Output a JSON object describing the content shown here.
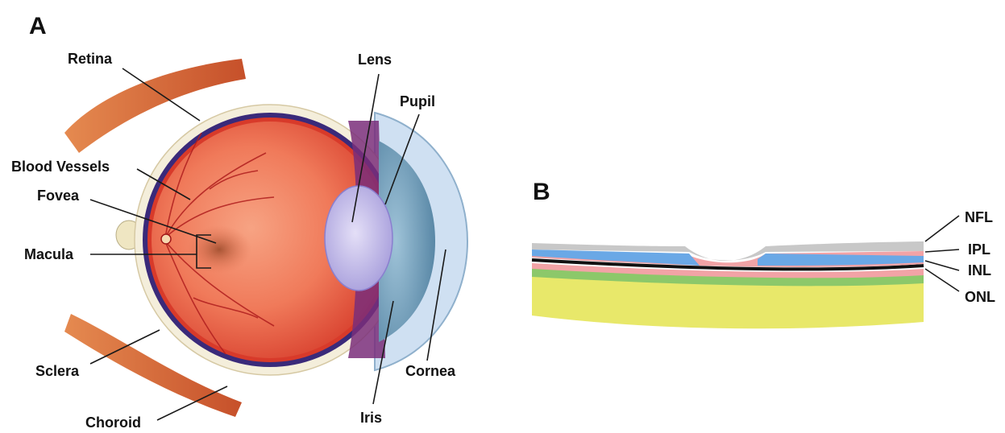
{
  "panels": [
    {
      "letter": "A",
      "labels": {
        "retina": "Retina",
        "blood_vessels": "Blood Vessels",
        "fovea": "Fovea",
        "macula": "Macula",
        "sclera": "Sclera",
        "choroid": "Choroid",
        "lens": "Lens",
        "pupil": "Pupil",
        "cornea": "Cornea",
        "iris": "Iris"
      }
    },
    {
      "letter": "B",
      "layers": [
        {
          "label": "NFL",
          "color": "#c8c8c8"
        },
        {
          "label": "IPL",
          "color": "#f2a3a6"
        },
        {
          "label": "INL",
          "color": "#6aa8e6"
        },
        {
          "label": "ONL",
          "color": "#e8e86a"
        }
      ]
    }
  ],
  "colors": {
    "retina_inner": "#f07a5a",
    "retina_outer": "#d83a2a",
    "sclera": "#f4eedb",
    "choroid": "#3a2a7a",
    "muscle": "#d9683a",
    "lens": "#b9b0e6",
    "iris": "#6f9ec0",
    "cornea": "#cfe0f2",
    "rpe": "#111111",
    "green_layer": "#8cc86a"
  }
}
